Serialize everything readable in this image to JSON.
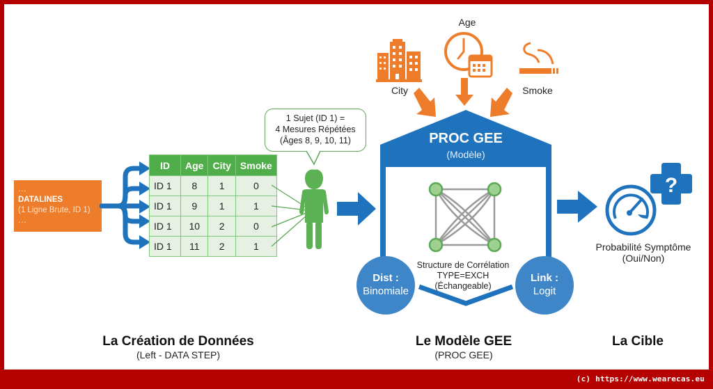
{
  "colors": {
    "frame_border": "#b50000",
    "orange": "#ee7d2b",
    "blue": "#1f73bd",
    "blue_light": "#3e86c8",
    "green": "#4fae4a",
    "green_light": "#e6f1e3"
  },
  "footer": {
    "credit": "(c) https://www.wearecas.eu"
  },
  "datalines": {
    "dots_top": "...",
    "title": "DATALINES",
    "subtitle": "(1 Ligne Brute, ID 1)",
    "dots_bottom": "..."
  },
  "table": {
    "headers": [
      "ID",
      "Age",
      "City",
      "Smoke"
    ],
    "rows": [
      [
        "ID 1",
        "8",
        "1",
        "0"
      ],
      [
        "ID 1",
        "9",
        "1",
        "1"
      ],
      [
        "ID 1",
        "10",
        "2",
        "0"
      ],
      [
        "ID 1",
        "11",
        "2",
        "1"
      ]
    ]
  },
  "subject": {
    "bubble_line1": "1 Sujet (ID 1) =",
    "bubble_line2": "4 Mesures Répétées",
    "bubble_line3": "(Âges 8, 9, 10, 11)"
  },
  "covariates": {
    "city": {
      "label": "City",
      "icon": "buildings-icon"
    },
    "age": {
      "label": "Age",
      "icon": "clock-calendar-icon"
    },
    "smoke": {
      "label": "Smoke",
      "icon": "cigarette-icon"
    }
  },
  "model": {
    "title": "PROC GEE",
    "subtitle": "(Modèle)",
    "corr_line1": "Structure de Corrélation",
    "corr_line2": "TYPE=EXCH",
    "corr_line3": "(Échangeable)",
    "dist_label": "Dist :",
    "dist_value": "Binomiale",
    "link_label": "Link :",
    "link_value": "Logit"
  },
  "target": {
    "line1": "Probabilité Symptôme",
    "line2": "(Oui/Non)",
    "icons": [
      "gauge-icon",
      "medical-cross-question-icon"
    ]
  },
  "sections": [
    {
      "title": "La Création de Données",
      "subtitle": "(Left - DATA STEP)"
    },
    {
      "title": "Le Modèle GEE",
      "subtitle": "(PROC GEE)"
    },
    {
      "title": "La Cible",
      "subtitle": ""
    }
  ]
}
